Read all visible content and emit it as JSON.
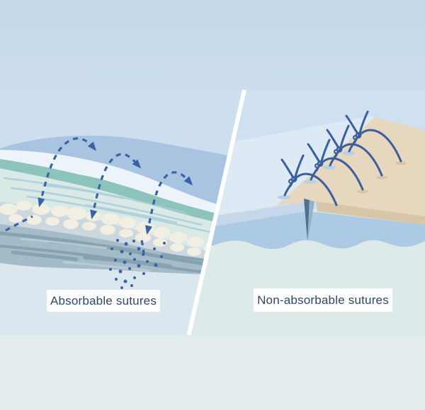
{
  "figure": {
    "type": "medical-comparison-illustration",
    "panels": [
      {
        "id": "absorbable",
        "label": "Absorbable sutures"
      },
      {
        "id": "non_absorbable",
        "label": "Non-absorbable sutures"
      }
    ],
    "colors": {
      "background_top": "#c8dbec",
      "panel_left_bg": "#cddfee",
      "panel_right_bg": "#cfe0f0",
      "bottom_bar": "#e3edee",
      "divider": "#ffffff",
      "label_bg": "#ffffff",
      "label_text": "#2e4866",
      "suture_thread": "#3a5f9c",
      "absorption_arrow": "#3a62a6",
      "skin_tan": "#e7d7bf",
      "skin_tan_side": "#d9c5a7",
      "tissue_wave_blue": "#a9c4e0",
      "tissue_white": "#edf4f9",
      "tissue_teal": "#8cc3ba",
      "tissue_mint": "#d9e9e6",
      "fat_blob": "#f1efe2",
      "muscle": "#a4bcc8",
      "water": "#adcae5",
      "under_water_mint": "#dcebe9"
    }
  }
}
